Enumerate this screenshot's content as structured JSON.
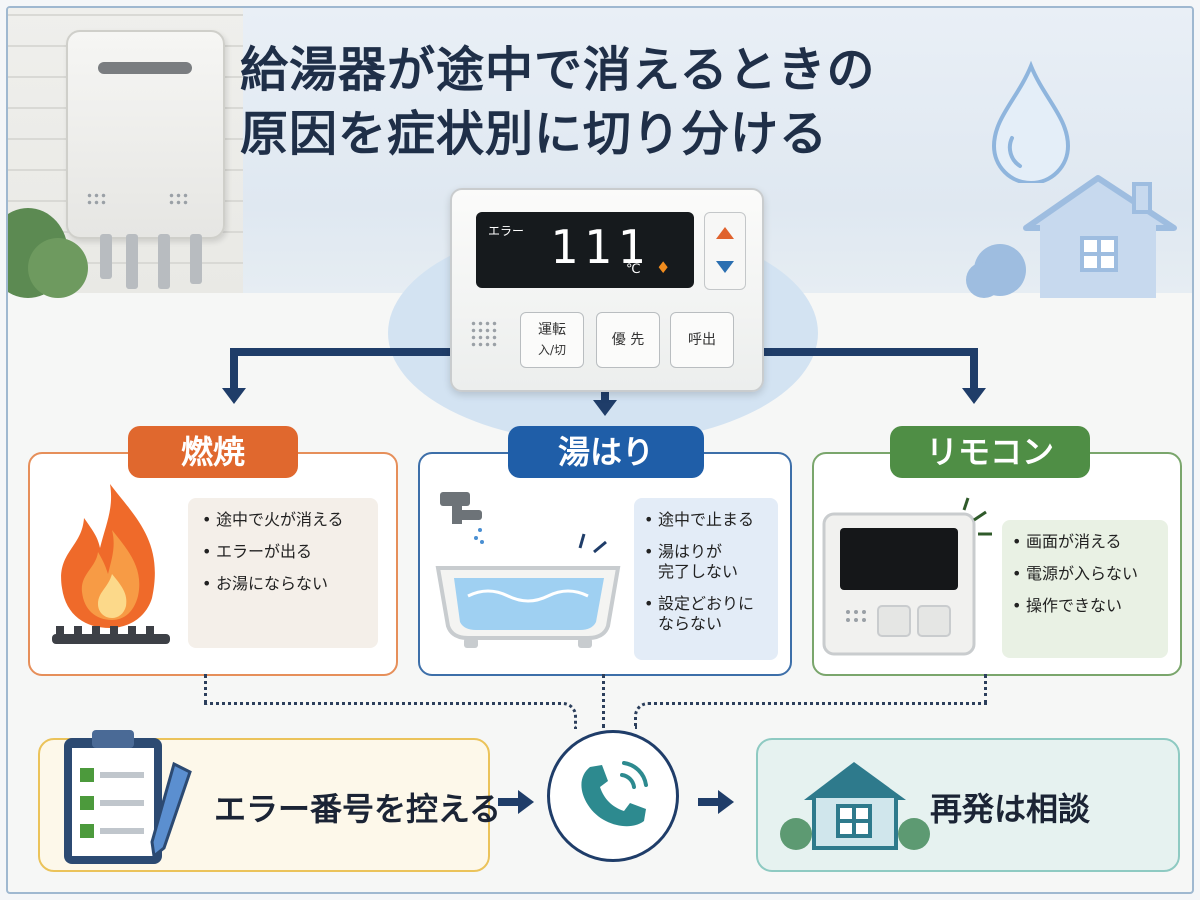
{
  "title": {
    "line1": "給湯器が途中で消えるときの",
    "line2": "原因を症状別に切り分ける"
  },
  "remote_panel": {
    "error_label": "エラー",
    "error_code": "111",
    "temp_unit": "℃",
    "buttons": [
      {
        "line1": "運転",
        "line2": "入/切"
      },
      {
        "line1": "優 先",
        "line2": ""
      },
      {
        "line1": "呼出",
        "line2": ""
      }
    ]
  },
  "categories": [
    {
      "label": "燃焼",
      "color": "#e0682e",
      "items": [
        "途中で火が消える",
        "エラーが出る",
        "お湯にならない"
      ]
    },
    {
      "label": "湯はり",
      "color": "#1f5ea8",
      "items": [
        "途中で止まる",
        "湯はりが\n完了しない",
        "設定どおりに\nならない"
      ]
    },
    {
      "label": "リモコン",
      "color": "#4f8e45",
      "items": [
        "画面が消える",
        "電源が入らない",
        "操作できない"
      ]
    }
  ],
  "steps": {
    "record": "エラー番号を控える",
    "consult": "再発は相談"
  },
  "icons": [
    "water-heater-icon",
    "water-drop-icon",
    "house-icon",
    "flame-icon",
    "bathtub-icon",
    "faucet-icon",
    "remote-control-icon",
    "clipboard-icon",
    "pencil-icon",
    "phone-icon"
  ]
}
